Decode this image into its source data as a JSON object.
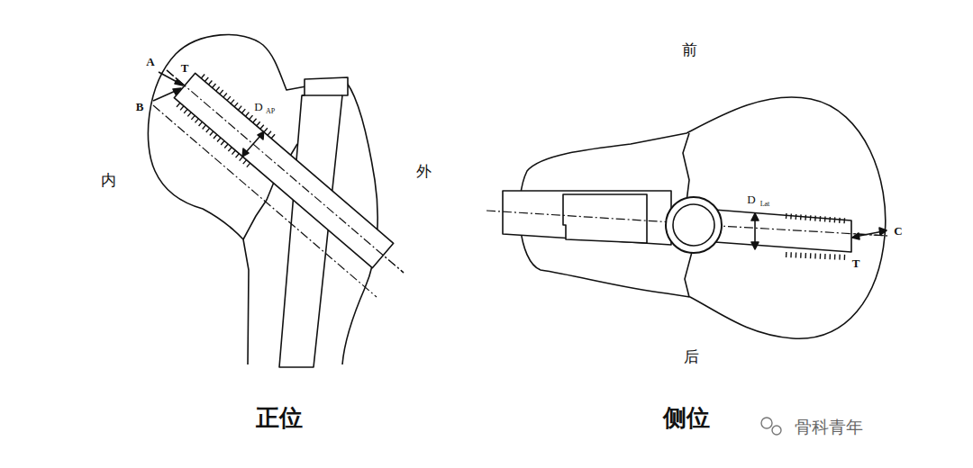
{
  "diagram": {
    "labels": [
      "A",
      "T",
      "B",
      "D",
      "AP",
      "内",
      "外",
      "正位",
      "前",
      "D",
      "Lat",
      "C",
      "T",
      "后",
      "侧位",
      "骨科青年"
    ]
  }
}
